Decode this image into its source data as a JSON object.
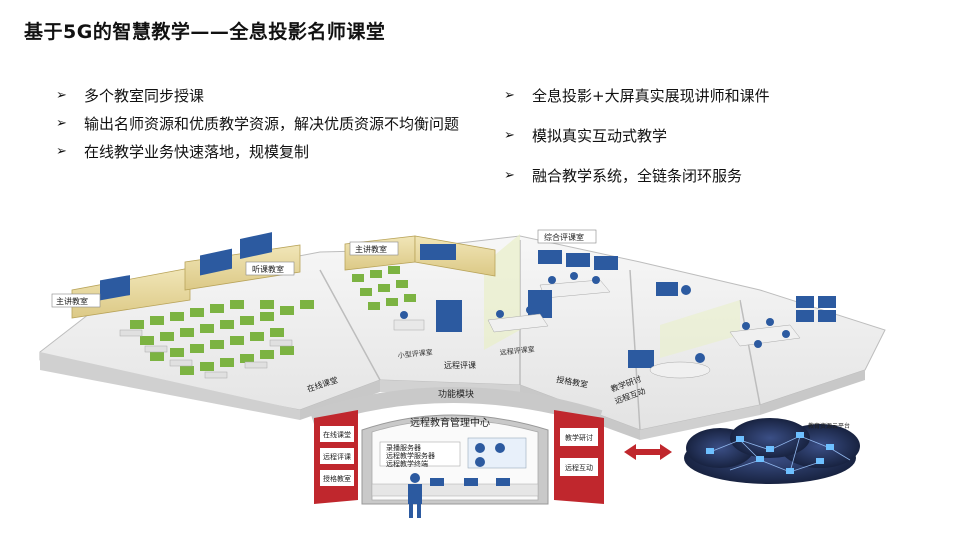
{
  "title": "基于5G的智慧教学——全息投影名师课堂",
  "bullet_marker": "➢",
  "bullets_left": [
    "多个教室同步授课",
    "输出名师资源和优质教学资源，解决优质资源不均衡问题",
    "在线教学业务快速落地，规模复制"
  ],
  "bullets_right": [
    "全息投影+大屏真实展现讲师和课件",
    "模拟真实互动式教学",
    "融合教学系统，全链条闭环服务"
  ],
  "illustration": {
    "main_teacher_room_1": "主讲教室",
    "listening_room": "听课教室",
    "main_teacher_room_2": "主讲教室",
    "comprehensive_room": "综合评课室",
    "small_review_room": "小型评课室",
    "remote_review_label": "远程评课",
    "remote_review_room": "远程评课室",
    "online_classroom": "在线课堂",
    "demo_classroom": "授格教室",
    "teaching_research": "教学研讨",
    "remote_interaction": "远程互动",
    "function_module": "功能模块",
    "center_title": "远程教育管理中心",
    "left_panel": [
      "在线课堂",
      "远程评课",
      "授格教室"
    ],
    "right_panel": [
      "教学研讨",
      "远程互动"
    ],
    "servers": [
      "录播服务器",
      "远程教学服务器",
      "远程教学终端"
    ],
    "cloud_label": "教育资源云平台"
  },
  "colors": {
    "accent_red": "#c0272d",
    "screen_blue": "#2c5aa0",
    "chair_green": "#7cb342",
    "cloud_dark": "#1d2b4f"
  }
}
